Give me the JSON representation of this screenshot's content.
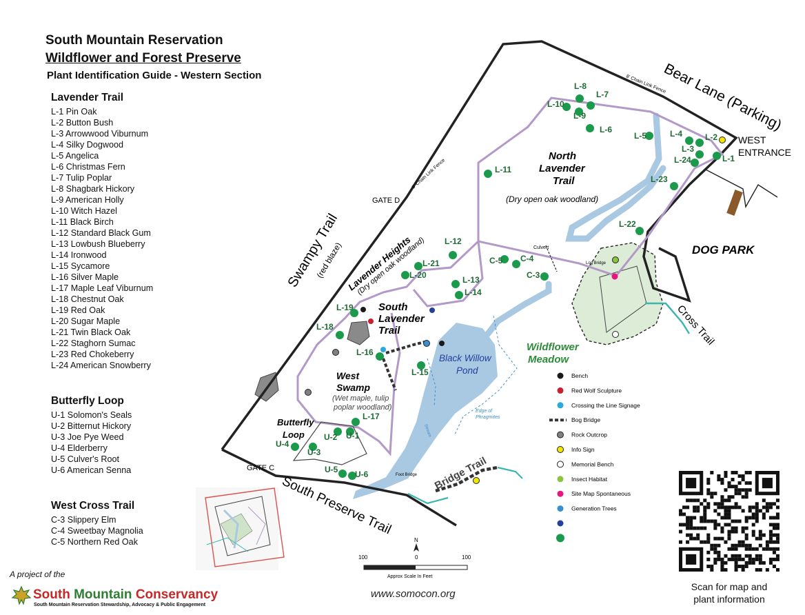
{
  "header": {
    "title_line1": "South Mountain Reservation",
    "title_line2": "Wildflower and Forest Preserve",
    "subtitle": "Plant Identification Guide - Western Section"
  },
  "lists": {
    "lavender": {
      "heading": "Lavender Trail",
      "items": [
        "L-1 Pin Oak",
        "L-2 Button Bush",
        "L-3 Arrowwood Viburnum",
        "L-4 Silky Dogwood",
        "L-5 Angelica",
        "L-6 Christmas Fern",
        "L-7 Tulip Poplar",
        "L-8 Shagbark Hickory",
        "L-9 American Holly",
        "L-10 Witch Hazel",
        "L-11 Black Birch",
        "L-12 Standard Black Gum",
        "L-13 Lowbush Blueberry",
        "L-14 Ironwood",
        "L-15 Sycamore",
        "L-16 Silver Maple",
        "L-17 Maple Leaf Viburnum",
        "L-18 Chestnut Oak",
        "L-19 Red Oak",
        "L-20 Sugar Maple",
        "L-21 Twin Black Oak",
        "L-22 Staghorn Sumac",
        "L-23 Red Chokeberry",
        "L-24 American Snowberry"
      ]
    },
    "butterfly": {
      "heading": "Butterfly Loop",
      "items": [
        "U-1 Solomon's Seals",
        "U-2 Bitternut Hickory",
        "U-3 Joe Pye Weed",
        "U-4 Elderberry",
        "U-5 Culver's Root",
        "U-6 American Senna"
      ]
    },
    "cross": {
      "heading": "West Cross Trail",
      "items": [
        "C-3 Slippery Elm",
        "C-4 Sweetbay Magnolia",
        "C-5 Northern Red Oak"
      ]
    }
  },
  "map": {
    "labels": {
      "bear_lane": "Bear Lane (Parking)",
      "west_entrance_1": "WEST",
      "west_entrance_2": "ENTRANCE",
      "dog_park": "DOG PARK",
      "swampy_trail": "Swampy Trail",
      "swampy_trail_sub": "(red blaze)",
      "lavender_heights": "Lavender Heights",
      "lavender_heights_sub": "(Dry open oak woodland)",
      "north_lavender_1": "North",
      "north_lavender_2": "Lavender",
      "north_lavender_3": "Trail",
      "north_lavender_sub": "(Dry open oak woodland)",
      "south_lavender_1": "South",
      "south_lavender_2": "Lavender",
      "south_lavender_3": "Trail",
      "black_willow_1": "Black Willow",
      "black_willow_2": "Pond",
      "west_swamp_1": "West",
      "west_swamp_2": "Swamp",
      "west_swamp_sub1": "(Wet maple, tulip",
      "west_swamp_sub2": "poplar woodland)",
      "butterfly_1": "Butterfly",
      "butterfly_2": "Loop",
      "wildflower_1": "Wildflower",
      "wildflower_2": "Meadow",
      "cross_trail": "Cross Trail",
      "bridge_trail": "Bridge Trail",
      "south_preserve": "South Preserve Trail",
      "gate_d": "GATE D",
      "gate_c": "GATE C",
      "fence_top": "8' Chain Link Fence",
      "fence_left": "8' Chain Link Fence",
      "culvert": "Culvert",
      "log_bridge": "Log Bridge",
      "foot_bridge": "Foot Bridge",
      "stream": "Stream",
      "edge_phragmites_1": "Edge of",
      "edge_phragmites_2": "Phragmites",
      "north": "N",
      "scale_left": "100",
      "scale_mid": "0",
      "scale_right": "100",
      "scale_caption": "Approx Scale In Feet"
    },
    "markers": [
      {
        "id": "L-1",
        "label": "L-1"
      },
      {
        "id": "L-2",
        "label": "L-2"
      },
      {
        "id": "L-3",
        "label": "L-3"
      },
      {
        "id": "L-4",
        "label": "L-4"
      },
      {
        "id": "L-5",
        "label": "L-5"
      },
      {
        "id": "L-6",
        "label": "L-6"
      },
      {
        "id": "L-7",
        "label": "L-7"
      },
      {
        "id": "L-8",
        "label": "L-8"
      },
      {
        "id": "L-9",
        "label": "L-9"
      },
      {
        "id": "L-10",
        "label": "L-10"
      },
      {
        "id": "L-11",
        "label": "L-11"
      },
      {
        "id": "L-12",
        "label": "L-12"
      },
      {
        "id": "L-13",
        "label": "L-13"
      },
      {
        "id": "L-14",
        "label": "L-14"
      },
      {
        "id": "L-15",
        "label": "L-15"
      },
      {
        "id": "L-16",
        "label": "L-16"
      },
      {
        "id": "L-17",
        "label": "L-17"
      },
      {
        "id": "L-18",
        "label": "L-18"
      },
      {
        "id": "L-19",
        "label": "L-19"
      },
      {
        "id": "L-20",
        "label": "L-20"
      },
      {
        "id": "L-21",
        "label": "L-21"
      },
      {
        "id": "L-22",
        "label": "L-22"
      },
      {
        "id": "L-23",
        "label": "L-23"
      },
      {
        "id": "L-24",
        "label": "L-24"
      },
      {
        "id": "C-3",
        "label": "C-3"
      },
      {
        "id": "C-4",
        "label": "C-4"
      },
      {
        "id": "C-5",
        "label": "C-5"
      },
      {
        "id": "U-1",
        "label": "U-1"
      },
      {
        "id": "U-2",
        "label": "U-2"
      },
      {
        "id": "U-3",
        "label": "U-3"
      },
      {
        "id": "U-4",
        "label": "U-4"
      },
      {
        "id": "U-5",
        "label": "U-5"
      },
      {
        "id": "U-6",
        "label": "U-6"
      }
    ],
    "legend": [
      {
        "label": "Bench",
        "color": "#1a1a1a"
      },
      {
        "label": "Red Wolf Sculpture",
        "color": "#c8202e"
      },
      {
        "label": "Crossing the Line Signage",
        "color": "#29a9e0"
      },
      {
        "label": "Bog Bridge",
        "color": "#333333"
      },
      {
        "label": "Rock Outcrop",
        "color": "#808080"
      },
      {
        "label": "Info Sign",
        "color": "#f2e600"
      },
      {
        "label": "Memorial Bench",
        "color": "#ffffff"
      },
      {
        "label": "Insect Habitat",
        "color": "#8bc53f"
      },
      {
        "label": "Site Map  Spontaneous",
        "color": "#e6157f"
      },
      {
        "label": "Generation Trees",
        "color": "#3a8fd0"
      },
      {
        "label": "",
        "color": "#23409a"
      },
      {
        "label": "",
        "color": "#1a9a4a"
      }
    ],
    "colors": {
      "trail": "#b399c8",
      "stream": "#a9c8e2",
      "meadow": "#dcecd6",
      "marker": "#1a9a4a",
      "teal": "#3ab5b0"
    }
  },
  "footer": {
    "project": "A project of the",
    "org_part1": "South ",
    "org_part2": "Mountain",
    "org_part3": " Conservancy",
    "org_sub": "South Mountain Reservation Stewardship, Advocacy & Public Engagement",
    "website": "www.somocon.org",
    "scan_line1": "Scan for map and",
    "scan_line2": "plant information"
  }
}
